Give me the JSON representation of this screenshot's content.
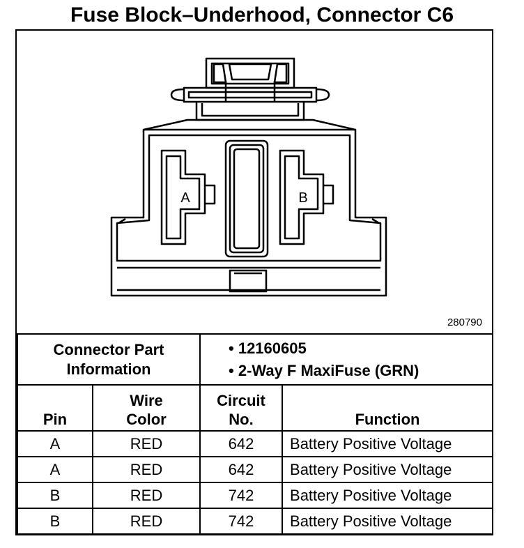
{
  "title": "Fuse Block–Underhood, Connector C6",
  "diagram": {
    "cavity_a": "A",
    "cavity_b": "B",
    "figure_number": "280790"
  },
  "part_info": {
    "label_line1": "Connector Part",
    "label_line2": "Information",
    "items": [
      "• 12160605",
      "• 2-Way F MaxiFuse (GRN)"
    ]
  },
  "table": {
    "headers": {
      "pin": "Pin",
      "wire_color_line1": "Wire",
      "wire_color_line2": "Color",
      "circuit_line1": "Circuit",
      "circuit_line2": "No.",
      "function": "Function"
    },
    "rows": [
      {
        "pin": "A",
        "color": "RED",
        "circuit": "642",
        "function": "Battery Positive Voltage"
      },
      {
        "pin": "A",
        "color": "RED",
        "circuit": "642",
        "function": "Battery Positive Voltage"
      },
      {
        "pin": "B",
        "color": "RED",
        "circuit": "742",
        "function": "Battery Positive Voltage"
      },
      {
        "pin": "B",
        "color": "RED",
        "circuit": "742",
        "function": "Battery Positive Voltage"
      }
    ]
  }
}
